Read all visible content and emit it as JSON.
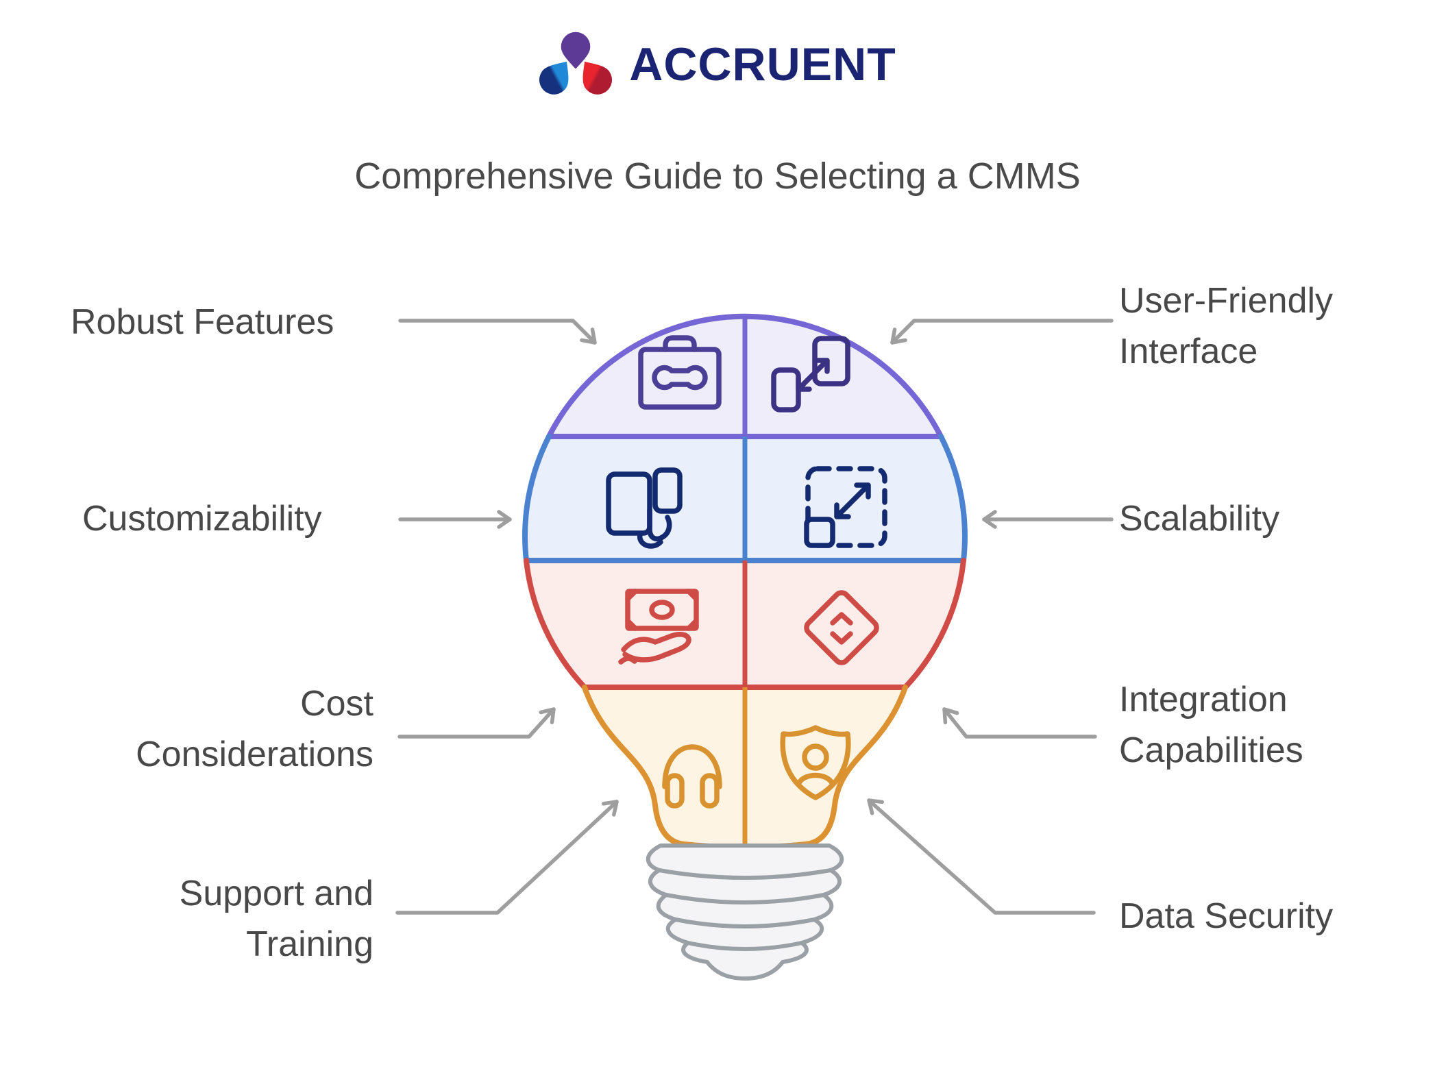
{
  "brand": {
    "name": "ACCRUENT"
  },
  "title": "Comprehensive Guide to Selecting a CMMS",
  "diagram": {
    "type": "lightbulb-infographic",
    "sections": [
      {
        "label": "Robust Features",
        "icon": "toolbox-wrench-icon",
        "side": "left",
        "row": 1,
        "color": "#7466D4",
        "fill": "#EFEDFA",
        "icon_color": "#4A3E97"
      },
      {
        "label": "User-Friendly Interface",
        "icon": "device-sync-icon",
        "side": "right",
        "row": 1,
        "color": "#7466D4",
        "fill": "#EFEDFA",
        "icon_color": "#3C3284"
      },
      {
        "label": "Customizability",
        "icon": "devices-touch-icon",
        "side": "left",
        "row": 2,
        "color": "#4A82D0",
        "fill": "#E9F0FB",
        "icon_color": "#132A70"
      },
      {
        "label": "Scalability",
        "icon": "scale-expand-icon",
        "side": "right",
        "row": 2,
        "color": "#4A82D0",
        "fill": "#E9F0FB",
        "icon_color": "#132A70"
      },
      {
        "label": "Cost Considerations",
        "icon": "money-hand-icon",
        "side": "left",
        "row": 3,
        "color": "#D14B46",
        "fill": "#FCEDEA",
        "icon_color": "#CE4B46"
      },
      {
        "label": "Integration Capabilities",
        "icon": "diamond-arrows-icon",
        "side": "right",
        "row": 3,
        "color": "#D14B46",
        "fill": "#FCEDEA",
        "icon_color": "#CE4B46"
      },
      {
        "label": "Support and Training",
        "icon": "headphones-icon",
        "side": "left",
        "row": 4,
        "color": "#DD9232",
        "fill": "#FEF4E4",
        "icon_color": "#D8922F"
      },
      {
        "label": "Data Security",
        "icon": "shield-user-icon",
        "side": "right",
        "row": 4,
        "color": "#DD9232",
        "fill": "#FEF4E4",
        "icon_color": "#D8922F"
      }
    ],
    "colors": {
      "arrow": "#9E9E9E",
      "screw": "#9AA0A6",
      "text": "#484848",
      "brand_navy": "#1B2472",
      "logo_purple": "#5D3A96",
      "logo_blue_light": "#1F89D8",
      "logo_blue_dark": "#16317E",
      "logo_red_light": "#E8242F",
      "logo_red_dark": "#AF1C31"
    }
  }
}
